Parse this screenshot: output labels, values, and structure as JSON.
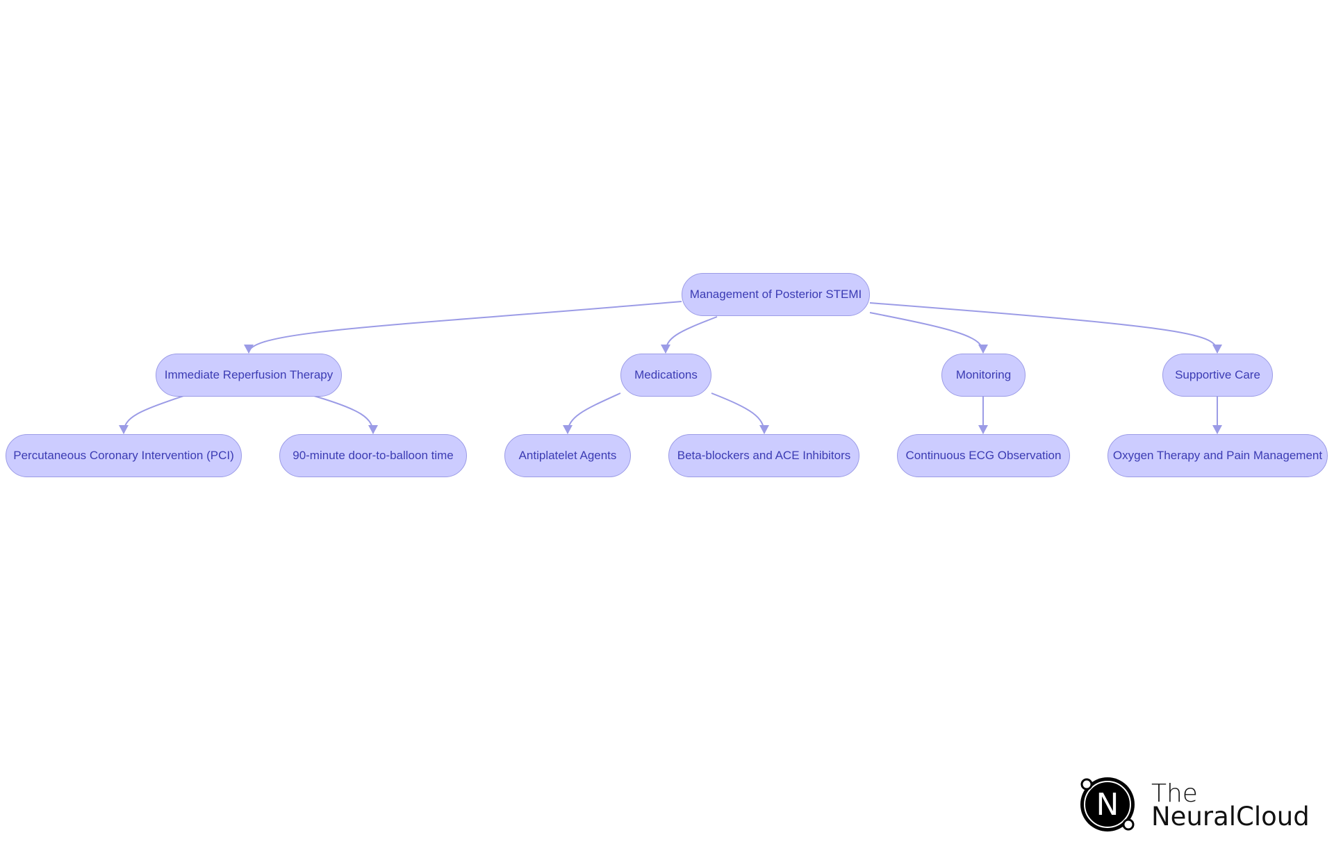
{
  "diagram": {
    "root": {
      "label": "Management of Posterior STEMI"
    },
    "categories": [
      {
        "label": "Immediate Reperfusion Therapy",
        "children": [
          {
            "label": "Percutaneous Coronary Intervention (PCI)"
          },
          {
            "label": "90-minute door-to-balloon time"
          }
        ]
      },
      {
        "label": "Medications",
        "children": [
          {
            "label": "Antiplatelet Agents"
          },
          {
            "label": "Beta-blockers and ACE Inhibitors"
          }
        ]
      },
      {
        "label": "Monitoring",
        "children": [
          {
            "label": "Continuous ECG Observation"
          }
        ]
      },
      {
        "label": "Supportive Care",
        "children": [
          {
            "label": "Oxygen Therapy and Pain Management"
          }
        ]
      }
    ],
    "colors": {
      "node_fill": "#ccccff",
      "node_border": "#9b9be6",
      "node_text": "#3b3bb3",
      "edge": "#9b9be6"
    }
  },
  "branding": {
    "logo_letter": "N",
    "name_line1": "The",
    "name_line2": "NeuralCloud"
  }
}
